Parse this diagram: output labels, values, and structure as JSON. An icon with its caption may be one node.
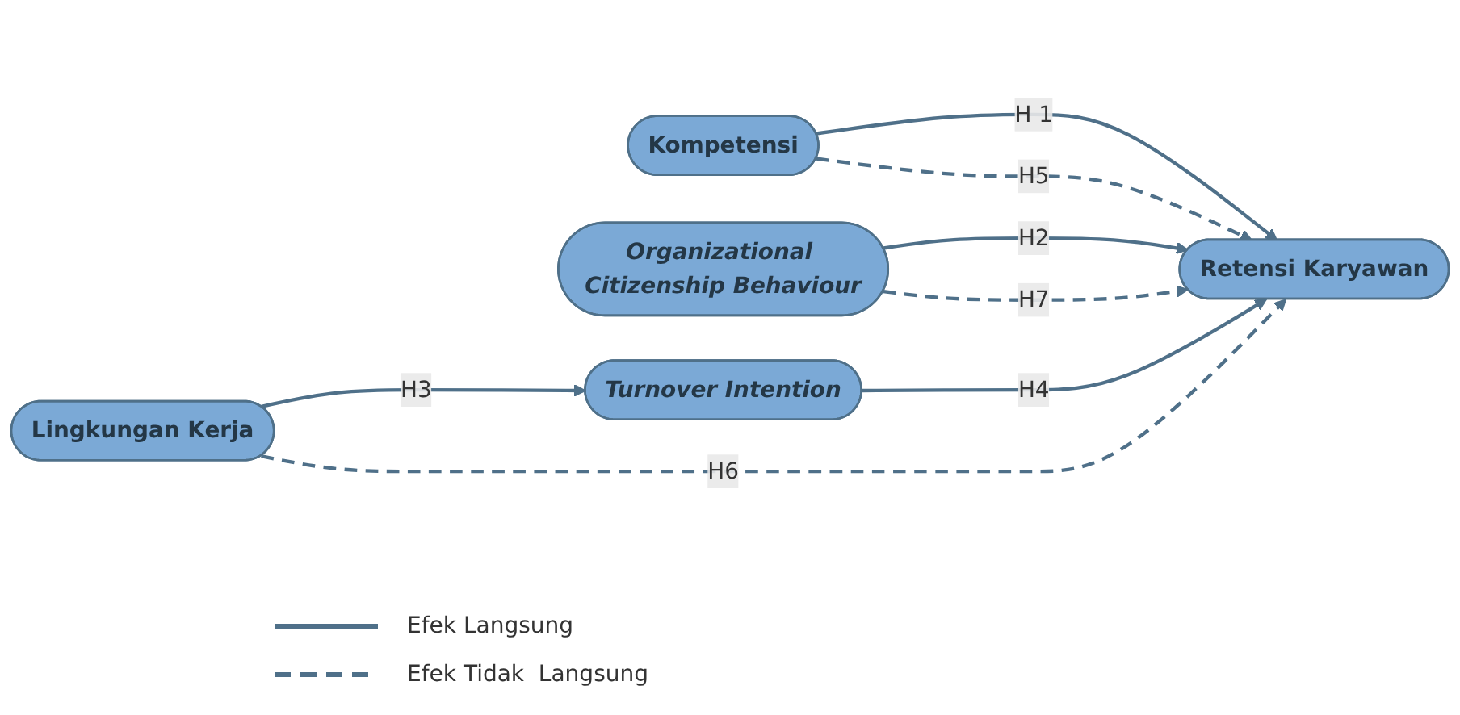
{
  "diagram": {
    "nodes": [
      {
        "text": [
          "Kompetensi"
        ]
      },
      {
        "text": [
          "Lingkungan Kerja"
        ]
      },
      {
        "text": [
          "Organizational Citizenship Behaviour"
        ]
      },
      {
        "text": [
          "Turnover Intention"
        ]
      },
      {
        "text": [
          "Retensi Karyawan"
        ]
      }
    ],
    "edges": [
      {
        "from": 0,
        "to": 4,
        "arrow": "to",
        "label": "H 1"
      },
      {
        "from": 1,
        "to": 3,
        "arrow": "to",
        "label": "H3"
      },
      {
        "from": 2,
        "to": 4,
        "arrow": "to",
        "label": "H2"
      },
      {
        "from": 3,
        "to": 4,
        "arrow": "to",
        "label": "H4"
      },
      {
        "from": 0,
        "to": 4,
        "arrow": "to",
        "label": "H5",
        "style": "dashed"
      },
      {
        "from": 1,
        "to": 4,
        "arrow": "to",
        "label": "H6",
        "style": "dashed"
      },
      {
        "from": 2,
        "to": 4,
        "arrow": "to",
        "label": "H7",
        "style": "dashed"
      }
    ],
    "legend": [
      {
        "text": "Efek Langsung"
      },
      {
        "text": "Efek Tidak  Langsung"
      }
    ]
  }
}
